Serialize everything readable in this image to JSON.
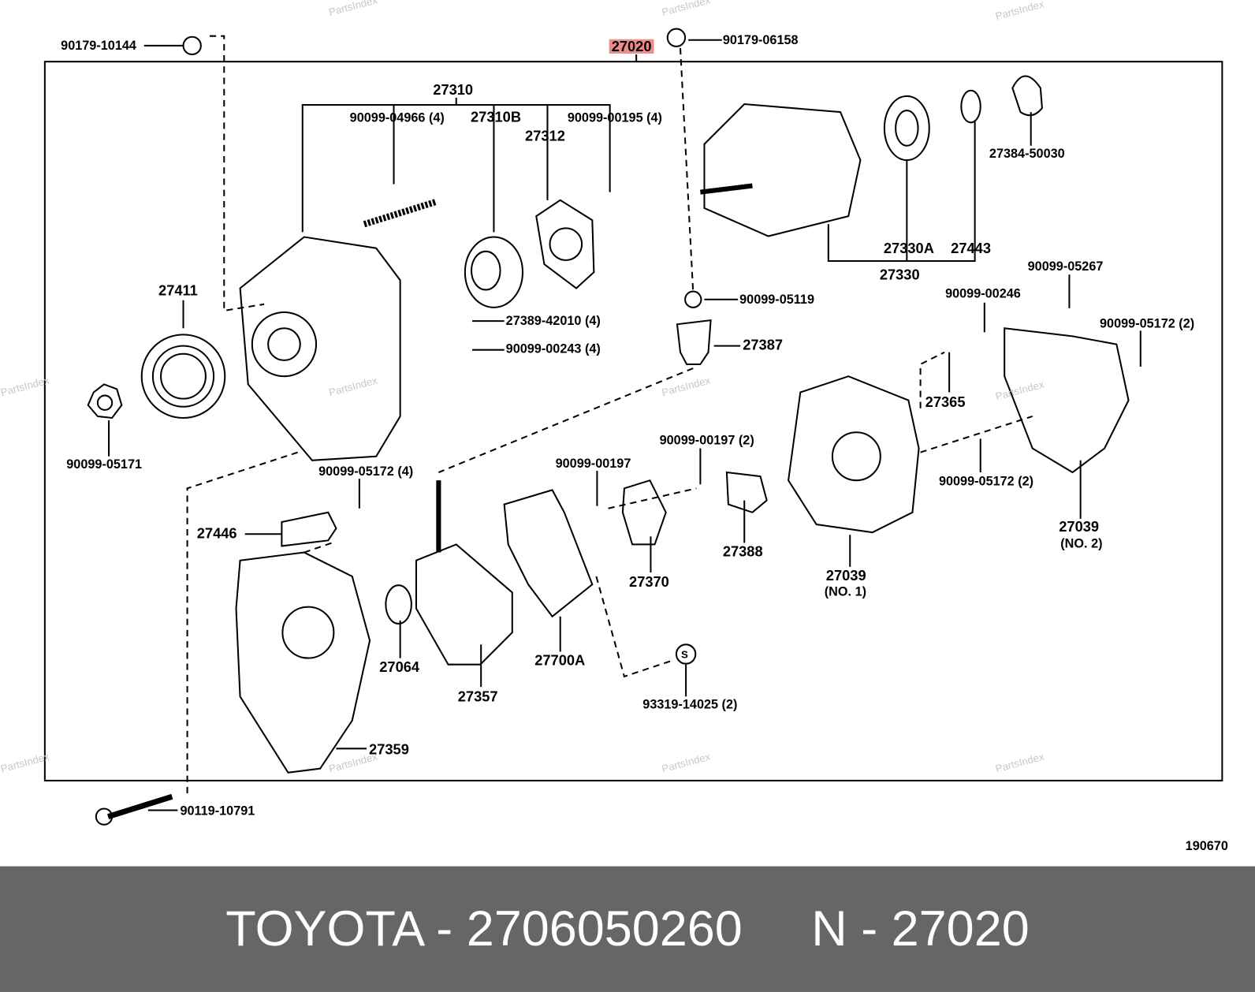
{
  "diagram": {
    "highlighted_part": "27020",
    "labels": [
      "90179-10144",
      "27020",
      "90179-06158",
      "27310",
      "90099-04966 (4)",
      "27310B",
      "27312",
      "90099-00195 (4)",
      "27384-50030",
      "27330A",
      "27443",
      "27330",
      "90099-05267",
      "90099-05119",
      "90099-00246",
      "90099-05172 (2)",
      "27411",
      "27389-42010 (4)",
      "90099-00243 (4)",
      "27387",
      "27365",
      "90099-05171",
      "90099-00197 (2)",
      "90099-05172 (4)",
      "90099-00197",
      "90099-05172 (2)",
      "27446",
      "27039",
      "(NO. 2)",
      "27388",
      "27370",
      "27039",
      "(NO. 1)",
      "27700A",
      "27064",
      "27357",
      "93319-14025 (2)",
      "27359",
      "90119-10791",
      "S"
    ],
    "diagram_code": "190670",
    "watermark": "PartsIndex"
  },
  "footer": {
    "text": "TOYOTA - 2706050260     N - 27020"
  },
  "colors": {
    "highlight": "#f08b8b",
    "footer_bg": "#666666"
  }
}
